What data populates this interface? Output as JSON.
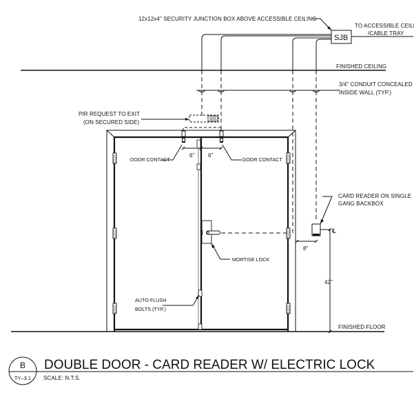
{
  "drawing": {
    "title": "DOUBLE DOOR - CARD READER W/ ELECTRIC LOCK",
    "scale": "SCALE:  N.T.S.",
    "detail_tag": "B",
    "sheet_ref": "TY–3.1"
  },
  "labels": {
    "junction_box": "12x12x4\" SECURITY JUNCTION BOX ABOVE ACCESSIBLE CEILING",
    "sjb": "SJB",
    "cable_tray_1": "TO ACCESSIBLE CEILIN",
    "cable_tray_2": "/CABLE TRAY",
    "finished_ceiling": "FINISHED CEILING",
    "conduit_1": "3/4\" CONDUIT CONCEALED",
    "conduit_2": "INSIDE WALL (TYP.)",
    "pir_1": "PIR REQUEST TO EXIT",
    "pir_2": "(ON SECURED SIDE)",
    "door_contact_left": "DOOR CONTACT",
    "door_contact_right": "DOOR CONTACT",
    "card_reader_1": "CARD READER ON SINGLE",
    "card_reader_2": "GANG BACKBOX",
    "mortise_lock": "MORTISE LOCK",
    "flush_bolts_1": "AUTO FLUSH",
    "flush_bolts_2": "BOLTS (TYP.)",
    "finished_floor": "FINISHED FLOOR",
    "centerline": "℄"
  },
  "dimensions": {
    "contact_left_offset": "6\"",
    "contact_right_offset": "6\"",
    "reader_offset": "8\"",
    "reader_height": "42\""
  }
}
